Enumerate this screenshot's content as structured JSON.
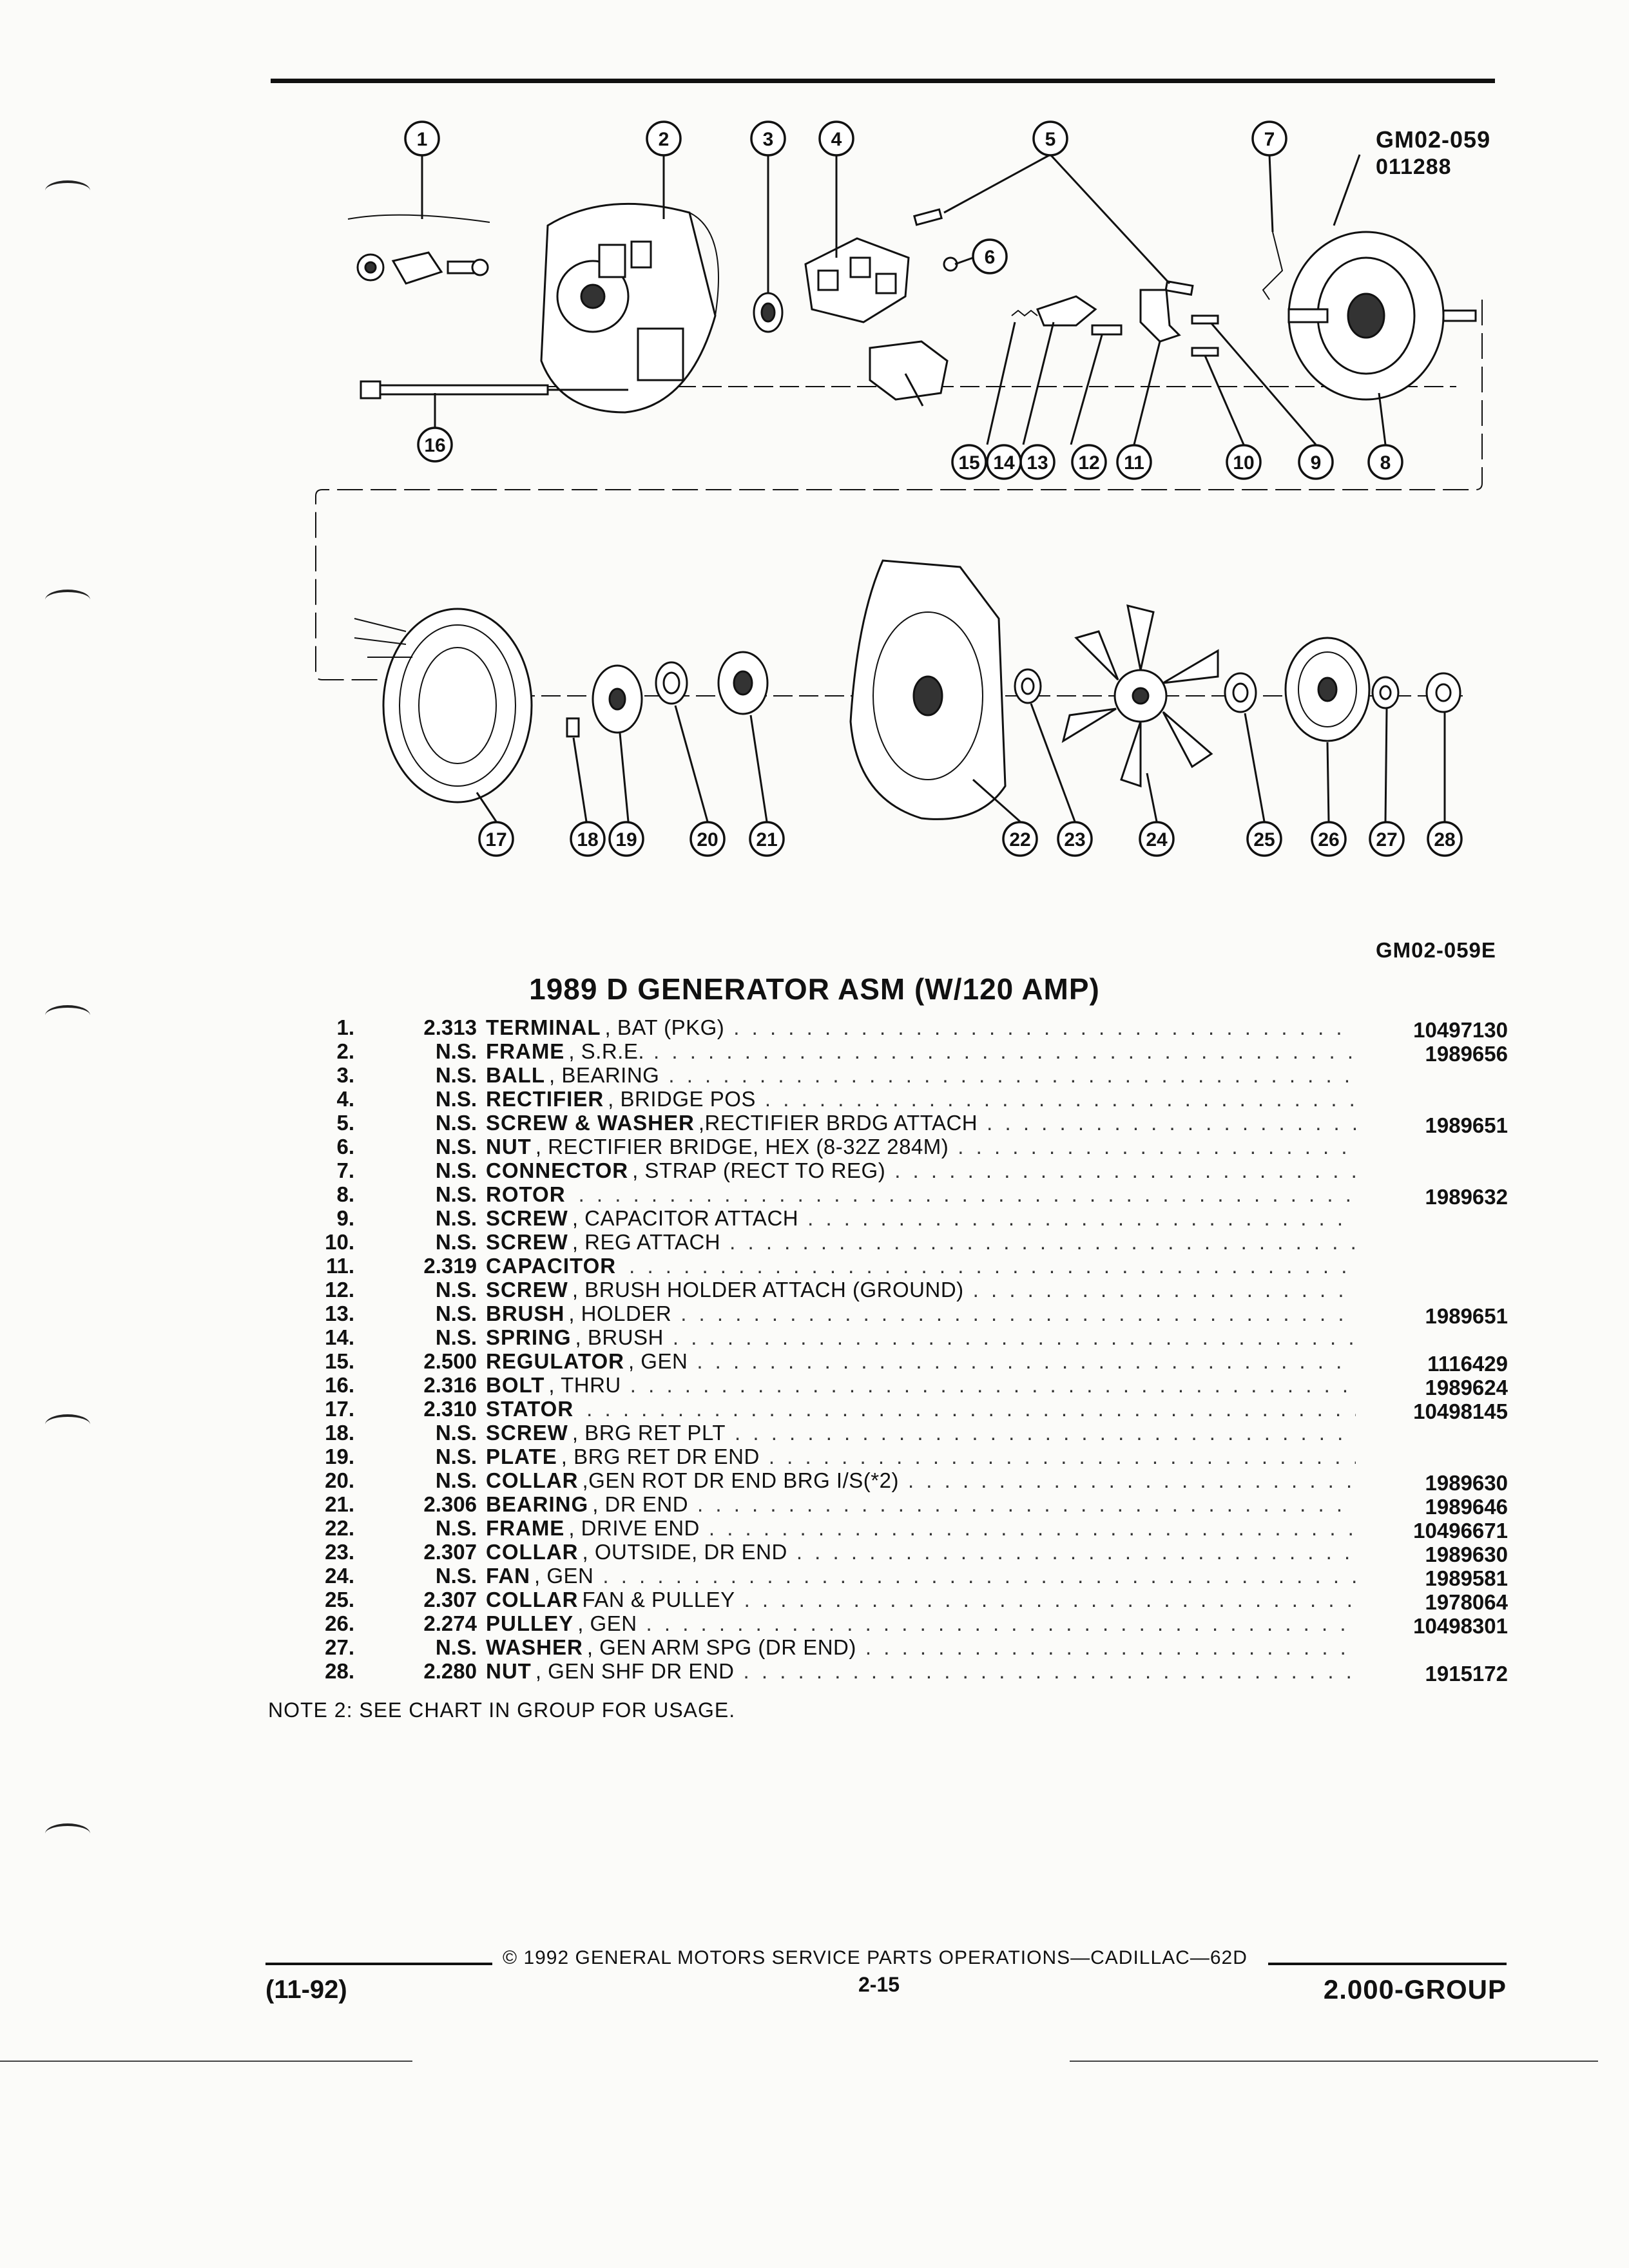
{
  "drawing_ids": {
    "top": "GM02-059",
    "top_date": "011288",
    "bottom": "GM02-059E"
  },
  "callouts": [
    "1",
    "2",
    "3",
    "4",
    "5",
    "6",
    "7",
    "8",
    "9",
    "10",
    "11",
    "12",
    "13",
    "14",
    "15",
    "16",
    "17",
    "18",
    "19",
    "20",
    "21",
    "22",
    "23",
    "24",
    "25",
    "26",
    "27",
    "28"
  ],
  "title": "1989 D GENERATOR ASM (W/120 AMP)",
  "parts": [
    {
      "no": "1.",
      "group": "2.313",
      "name": "TERMINAL",
      "qual": ", BAT (PKG)",
      "pn": "10497130"
    },
    {
      "no": "2.",
      "group": "N.S.",
      "name": "FRAME",
      "qual": ", S.R.E.",
      "pn": "1989656"
    },
    {
      "no": "3.",
      "group": "N.S.",
      "name": "BALL",
      "qual": ", BEARING",
      "pn": ""
    },
    {
      "no": "4.",
      "group": "N.S.",
      "name": "RECTIFIER",
      "qual": ", BRIDGE POS",
      "pn": ""
    },
    {
      "no": "5.",
      "group": "N.S.",
      "name": "SCREW & WASHER",
      "qual": ",RECTIFIER BRDG ATTACH",
      "pn": "1989651"
    },
    {
      "no": "6.",
      "group": "N.S.",
      "name": "NUT",
      "qual": ", RECTIFIER BRIDGE, HEX (8-32Z 284M)",
      "pn": ""
    },
    {
      "no": "7.",
      "group": "N.S.",
      "name": "CONNECTOR",
      "qual": ", STRAP (RECT TO REG)",
      "pn": ""
    },
    {
      "no": "8.",
      "group": "N.S.",
      "name": "ROTOR",
      "qual": "",
      "pn": "1989632"
    },
    {
      "no": "9.",
      "group": "N.S.",
      "name": "SCREW",
      "qual": ", CAPACITOR ATTACH",
      "pn": ""
    },
    {
      "no": "10.",
      "group": "N.S.",
      "name": "SCREW",
      "qual": ", REG ATTACH",
      "pn": ""
    },
    {
      "no": "11.",
      "group": "2.319",
      "name": "CAPACITOR",
      "qual": "",
      "pn": ""
    },
    {
      "no": "12.",
      "group": "N.S.",
      "name": "SCREW",
      "qual": ", BRUSH HOLDER ATTACH (GROUND)",
      "pn": ""
    },
    {
      "no": "13.",
      "group": "N.S.",
      "name": "BRUSH",
      "qual": ", HOLDER",
      "pn": "1989651"
    },
    {
      "no": "14.",
      "group": "N.S.",
      "name": "SPRING",
      "qual": ", BRUSH",
      "pn": ""
    },
    {
      "no": "15.",
      "group": "2.500",
      "name": "REGULATOR",
      "qual": ", GEN",
      "pn": "1116429"
    },
    {
      "no": "16.",
      "group": "2.316",
      "name": "BOLT",
      "qual": ", THRU",
      "pn": "1989624"
    },
    {
      "no": "17.",
      "group": "2.310",
      "name": "STATOR",
      "qual": "",
      "pn": "10498145"
    },
    {
      "no": "18.",
      "group": "N.S.",
      "name": "SCREW",
      "qual": ", BRG RET PLT",
      "pn": ""
    },
    {
      "no": "19.",
      "group": "N.S.",
      "name": "PLATE",
      "qual": ", BRG RET DR END",
      "pn": ""
    },
    {
      "no": "20.",
      "group": "N.S.",
      "name": "COLLAR",
      "qual": ",GEN ROT DR END BRG I/S(*2)",
      "pn": "1989630"
    },
    {
      "no": "21.",
      "group": "2.306",
      "name": "BEARING",
      "qual": ", DR END",
      "pn": "1989646"
    },
    {
      "no": "22.",
      "group": "N.S.",
      "name": "FRAME",
      "qual": ", DRIVE END",
      "pn": "10496671"
    },
    {
      "no": "23.",
      "group": "2.307",
      "name": "COLLAR",
      "qual": ", OUTSIDE, DR END",
      "pn": "1989630"
    },
    {
      "no": "24.",
      "group": "N.S.",
      "name": "FAN",
      "qual": ", GEN",
      "pn": "1989581"
    },
    {
      "no": "25.",
      "group": "2.307",
      "name": "COLLAR",
      "qual": " FAN & PULLEY",
      "pn": "1978064"
    },
    {
      "no": "26.",
      "group": "2.274",
      "name": "PULLEY",
      "qual": ", GEN",
      "pn": "10498301"
    },
    {
      "no": "27.",
      "group": "N.S.",
      "name": "WASHER",
      "qual": ", GEN ARM SPG (DR END)",
      "pn": ""
    },
    {
      "no": "28.",
      "group": "2.280",
      "name": "NUT",
      "qual": ", GEN SHF DR END",
      "pn": "1915172"
    }
  ],
  "note": "NOTE  2:  SEE CHART IN GROUP FOR USAGE.",
  "footer": {
    "copyright": "© 1992 GENERAL MOTORS SERVICE PARTS OPERATIONS—CADILLAC—62D",
    "page": "2-15",
    "date": "(11-92)",
    "group": "2.000-GROUP"
  }
}
